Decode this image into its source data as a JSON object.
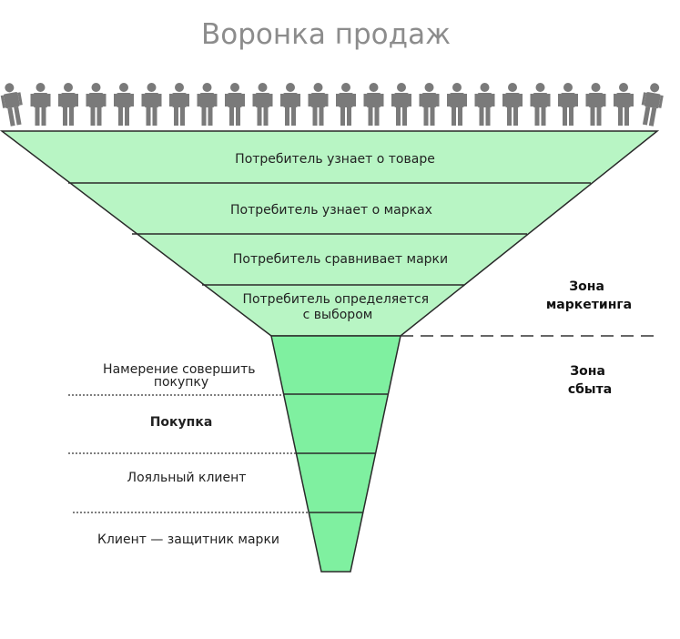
{
  "title": "Воронка продаж",
  "colors": {
    "funnel_top": "#b8f5c4",
    "funnel_bottom": "#7ff0a0",
    "people": "#7a7a7a",
    "title": "#8c8c8c"
  },
  "people_icon": "person-icon",
  "marketing_stages": [
    {
      "lines": [
        "Потребитель узнает о товаре"
      ]
    },
    {
      "lines": [
        "Потребитель узнает о марках"
      ]
    },
    {
      "lines": [
        "Потребитель сравнивает марки"
      ]
    },
    {
      "lines": [
        "Потребитель определяется",
        "с выбором"
      ]
    }
  ],
  "sales_stages": [
    {
      "lines": [
        "Намерение совершить",
        "покупку"
      ],
      "bold": false
    },
    {
      "lines": [
        "Покупка"
      ],
      "bold": true
    },
    {
      "lines": [
        "Лояльный клиент"
      ],
      "bold": false
    },
    {
      "lines": [
        "Клиент — защитник марки"
      ],
      "bold": false
    }
  ],
  "zones": {
    "marketing": [
      "Зона",
      "маркетинга"
    ],
    "sales": [
      "Зона",
      "сбыта"
    ]
  }
}
